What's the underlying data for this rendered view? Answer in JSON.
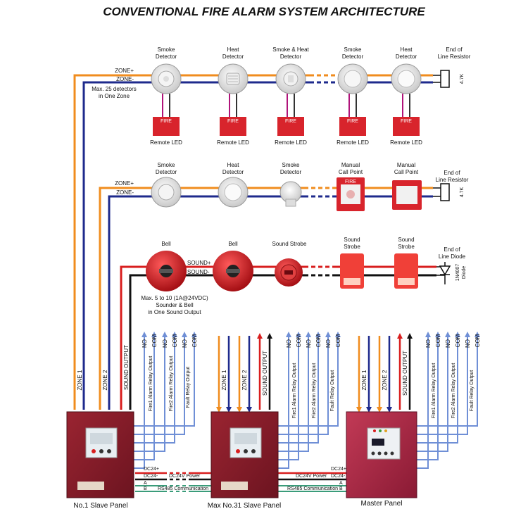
{
  "title": "CONVENTIONAL FIRE ALARM SYSTEM ARCHITECTURE",
  "colors": {
    "zone_plus": "#f08c1e",
    "zone_minus": "#1e2a8c",
    "sound_plus": "#d81e1e",
    "sound_minus": "#111111",
    "relay": "#6f8fd6",
    "dc_plus": "#d81e1e",
    "dc_minus": "#111111",
    "rs485": "#3a9c7a",
    "panel_red": "#8a1c28",
    "device_red": "#d8242c"
  },
  "zone1": {
    "plus_label": "ZONE+",
    "minus_label": "ZONE-",
    "note_line1": "Max. 25 detectors",
    "note_line2": "in One Zone",
    "devices": [
      {
        "name_line1": "Smoke",
        "name_line2": "Detector",
        "icon": "smoke-detector-icon"
      },
      {
        "name_line1": "Heat",
        "name_line2": "Detector",
        "icon": "heat-detector-icon"
      },
      {
        "name_line1": "Smoke & Heat",
        "name_line2": "Detector",
        "icon": "smoke-heat-detector-icon"
      },
      {
        "name_line1": "Smoke",
        "name_line2": "Detector",
        "icon": "smoke-detector-icon"
      },
      {
        "name_line1": "Heat",
        "name_line2": "Detector",
        "icon": "heat-detector-icon"
      }
    ],
    "remote_led_label": "Remote LED",
    "eol_line1": "End of",
    "eol_line2": "Line Resistor",
    "eol_value": "4.7K"
  },
  "zone2": {
    "plus_label": "ZONE+",
    "minus_label": "ZONE-",
    "devices": [
      {
        "name_line1": "Smoke",
        "name_line2": "Detector",
        "icon": "smoke-detector-icon"
      },
      {
        "name_line1": "Heat",
        "name_line2": "Detector",
        "icon": "heat-detector-icon"
      },
      {
        "name_line1": "Smoke",
        "name_line2": "Detector",
        "icon": "smoke-detector-icon"
      },
      {
        "name_line1": "Manual",
        "name_line2": "Call Point",
        "icon": "call-point-icon"
      },
      {
        "name_line1": "Manual",
        "name_line2": "Call Point",
        "icon": "call-point-icon"
      }
    ],
    "eol_line1": "End of",
    "eol_line2": "Line Resistor",
    "eol_value": "4.7K"
  },
  "sound": {
    "plus_label": "SOUND+",
    "minus_label": "SOUND-",
    "devices": [
      {
        "name_line1": "Bell",
        "name_line2": "",
        "icon": "bell-icon"
      },
      {
        "name_line1": "Bell",
        "name_line2": "",
        "icon": "bell-icon"
      },
      {
        "name_line1": "Sound Strobe",
        "name_line2": "",
        "icon": "sound-strobe-icon"
      },
      {
        "name_line1": "Sound",
        "name_line2": "Strobe",
        "icon": "strobe-icon"
      },
      {
        "name_line1": "Sound",
        "name_line2": "Strobe",
        "icon": "strobe-icon"
      }
    ],
    "note_line1": "Max. 5  to 10 (1A@24VDC)",
    "note_line2": "Sounder & Bell",
    "note_line3": "in One Sound Output",
    "eol_line1": "End of",
    "eol_line2": "Line Diode",
    "eol_value": "1N4007",
    "eol_value2": "Diode"
  },
  "terminals": {
    "no": "NO",
    "com": "COM"
  },
  "wires": {
    "zone1": "ZONE 1",
    "zone2": "ZONE 2",
    "sound_output": "SOUND OUTPUT",
    "fire1": "Fire1 Alarm Relay Output",
    "fire2": "Fire2 Alarm Relay Output",
    "fault": "Fault Relay Output"
  },
  "bus": {
    "dc24_plus": "DC24+",
    "dc24_minus": "DC24-",
    "dc24_power": "DC24V Power",
    "a": "A",
    "b": "B",
    "rs485": "RS485 Communication"
  },
  "panels": [
    {
      "label": "No.1 Slave Panel"
    },
    {
      "label": "Max No.31 Slave Panel"
    },
    {
      "label": "Master Panel"
    }
  ],
  "device_text": {
    "fire_tag": "FIRE"
  }
}
